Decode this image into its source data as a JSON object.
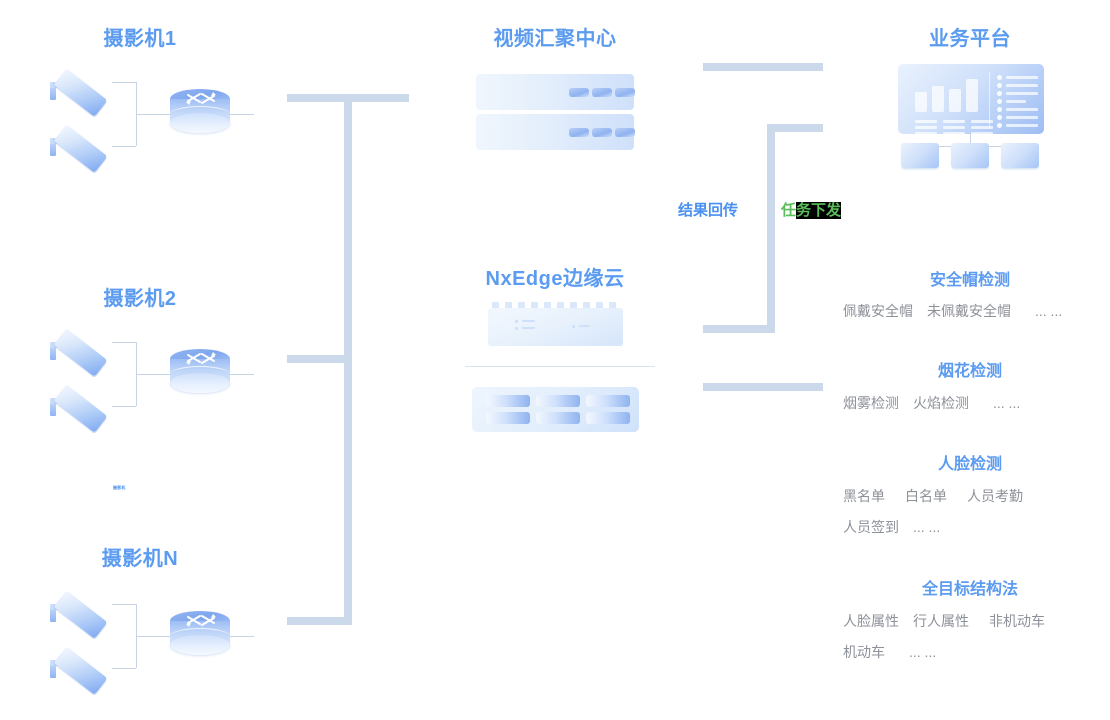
{
  "diagram": {
    "title_color": "#5b9bf0",
    "connector_color": "#ccd9ea",
    "muted_text_color": "#8d9199"
  },
  "columns": {
    "cameras": [
      {
        "title": "摄影机1",
        "icon": "camera-icon",
        "node_icon": "router-icon"
      },
      {
        "title": "摄影机2",
        "icon": "camera-icon",
        "node_icon": "router-icon"
      },
      {
        "title": "摄影机N",
        "icon": "camera-icon",
        "node_icon": "router-icon"
      }
    ],
    "video_center": {
      "title": "视频汇聚中心",
      "icon": "server-rack-icon"
    },
    "edge_cloud": {
      "title": "NxEdge边缘云",
      "switch_icon": "network-switch-icon",
      "server_icon": "server-blade-icon"
    },
    "platform": {
      "title": "业务平台",
      "icon": "dashboard-icon",
      "client_icon": "client-terminal-icon"
    }
  },
  "flows": [
    {
      "label": "结果回传",
      "color": "#4a90f0",
      "name": "result-return"
    },
    {
      "label": "任务下发",
      "color": "#5bbd5b",
      "name": "task-dispatch"
    }
  ],
  "task_dispatch_parts": {
    "plain_head": "任",
    "highlighted": "务下发"
  },
  "capabilities": [
    {
      "title": "安全帽检测",
      "rows": [
        [
          "佩戴安全帽",
          "未佩戴安全帽",
          "... ..."
        ]
      ]
    },
    {
      "title": "烟花检测",
      "rows": [
        [
          "烟雾检测",
          "火焰检测",
          "... ..."
        ]
      ]
    },
    {
      "title": "人脸检测",
      "rows": [
        [
          "黑名单",
          "白名单",
          "人员考勤"
        ],
        [
          "人员签到",
          "... ..."
        ]
      ]
    },
    {
      "title": "全目标结构法",
      "rows": [
        [
          "人脸属性",
          "行人属性",
          "非机动车"
        ],
        [
          "机动车",
          "... ..."
        ]
      ]
    }
  ],
  "artifacts": {
    "micro_label": "摄影机"
  }
}
